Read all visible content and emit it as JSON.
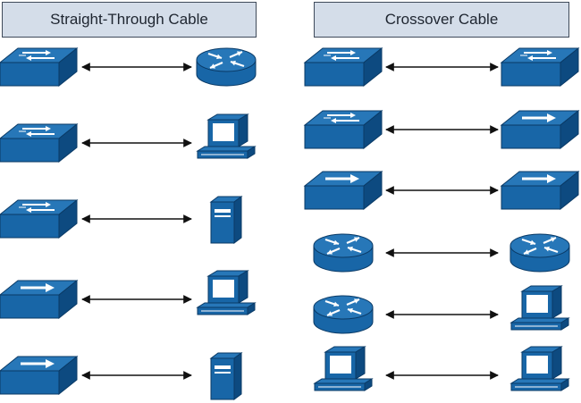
{
  "columns": [
    {
      "title": "Straight-Through Cable",
      "pairs": [
        {
          "left": "switch",
          "right": "router"
        },
        {
          "left": "switch",
          "right": "pc"
        },
        {
          "left": "switch",
          "right": "server"
        },
        {
          "left": "hub",
          "right": "pc"
        },
        {
          "left": "hub",
          "right": "server"
        }
      ]
    },
    {
      "title": "Crossover Cable",
      "pairs": [
        {
          "left": "switch",
          "right": "switch"
        },
        {
          "left": "switch",
          "right": "hub"
        },
        {
          "left": "hub",
          "right": "hub"
        },
        {
          "left": "router",
          "right": "router"
        },
        {
          "left": "router",
          "right": "pc"
        },
        {
          "left": "pc",
          "right": "pc"
        }
      ]
    }
  ],
  "colors": {
    "device_top": "#2777b8",
    "device_front": "#1866a7",
    "device_side": "#0d4a80",
    "device_edge": "#0a3a66",
    "glyph": "#ffffff",
    "arrow": "#111111",
    "title_fill": "#d4dde9",
    "title_border": "#3f4a5a"
  }
}
